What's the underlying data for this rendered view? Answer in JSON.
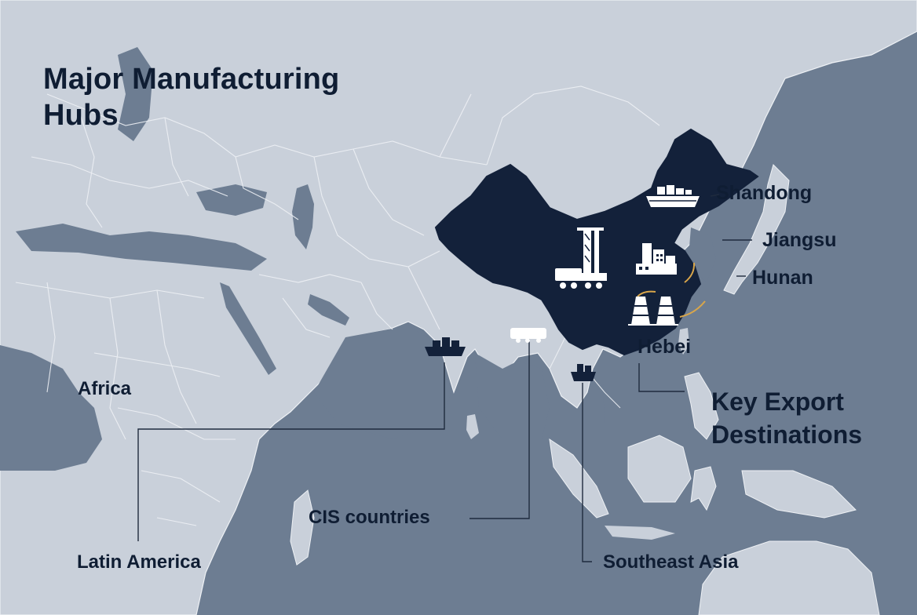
{
  "map": {
    "title_line1": "Major Manufacturing",
    "title_line2": "Hubs",
    "subtitle_line1": "Key Export",
    "subtitle_line2": "Destinations",
    "hubs": [
      "Shandong",
      "Jiangsu",
      "Hunan",
      "Hebei"
    ],
    "destinations": [
      "Africa",
      "CIS countries",
      "Latin America",
      "Southeast Asia"
    ],
    "icons": [
      "cargo-ship-icon",
      "drilling-rig-truck-icon",
      "factory-icon",
      "cooling-tower-icon",
      "rail-freight-icon"
    ],
    "colors": {
      "ocean": "#6d7d92",
      "land": "#c9d0da",
      "border": "#eef1f5",
      "highlight": "#13213a",
      "text": "#0f1d33",
      "arrow": "#d9a64a"
    }
  }
}
